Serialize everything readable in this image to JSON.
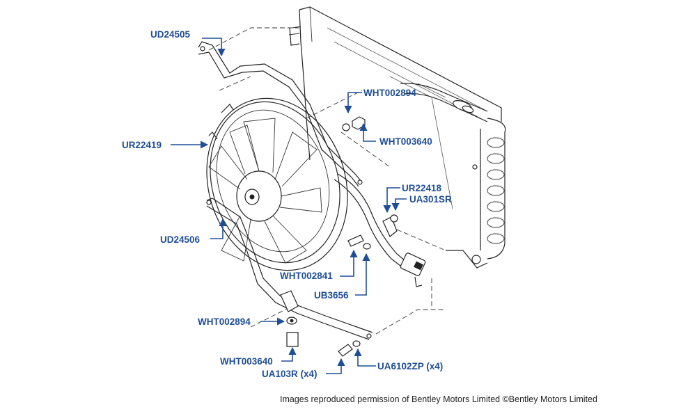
{
  "callouts": {
    "ud24505": "UD24505",
    "wht002894_top": "WHT002894",
    "wht003640_top": "WHT003640",
    "ur22419": "UR22419",
    "ur22418": "UR22418",
    "ua301sr": "UA301SR",
    "ud24506": "UD24506",
    "wht002841": "WHT002841",
    "ub3656": "UB3656",
    "wht002894_bottom": "WHT002894",
    "wht003640_bottom": "WHT003640",
    "ua103r": "UA103R (x4)",
    "ua6102zp": "UA6102ZP (x4)"
  },
  "copyright": "Images reproduced permission of Bentley Motors Limited ©Bentley Motors Limited"
}
